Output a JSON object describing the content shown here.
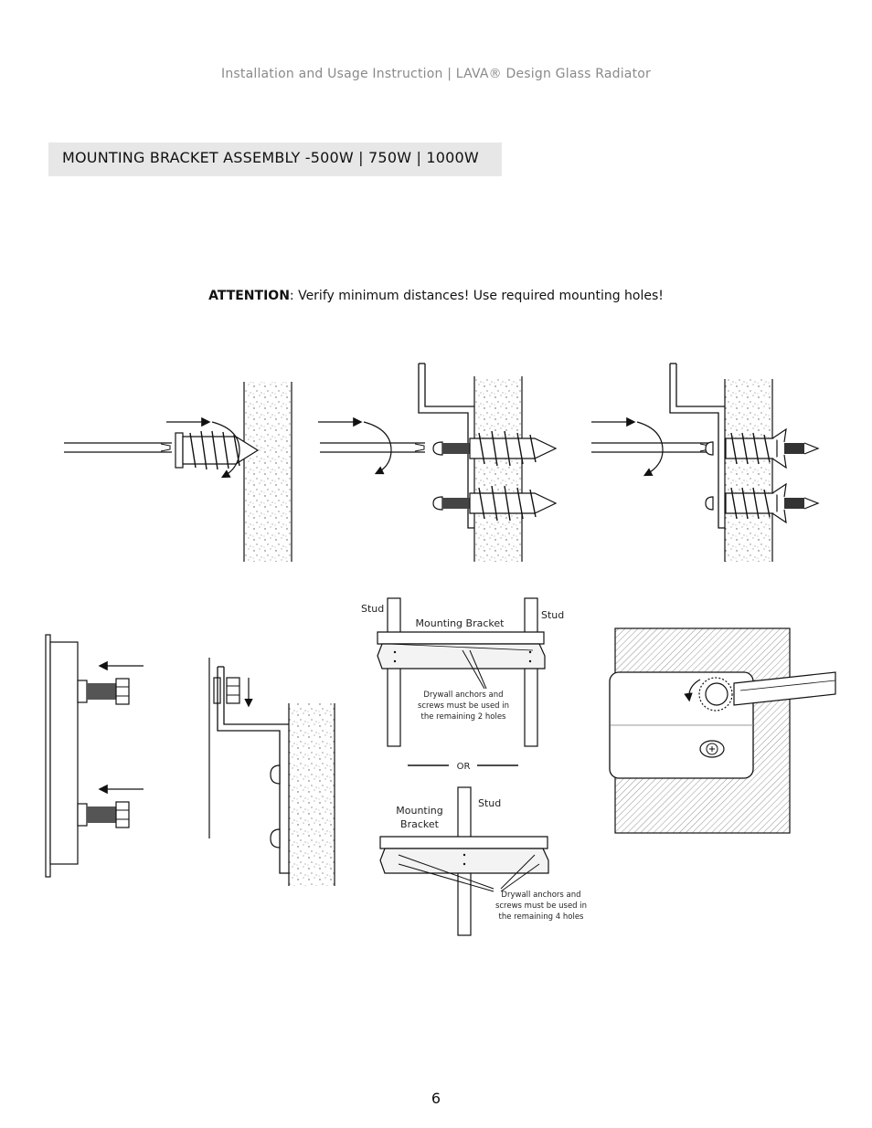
{
  "header": {
    "text": "Installation and Usage Instruction | LAVA® Design Glass Radiator"
  },
  "section": {
    "title": "MOUNTING BRACKET ASSEMBLY -500W | 750W | 1000W"
  },
  "attention": {
    "label": "ATTENTION",
    "text": ": Verify minimum distances! Use required mounting holes!"
  },
  "diagram_labels": {
    "stud_left": "Stud",
    "stud_right": "Stud",
    "mounting_bracket": "Mounting Bracket",
    "note_two_holes": [
      "Drywall anchors and",
      "screws must be used in",
      "the remaining 2 holes"
    ],
    "or": "OR",
    "mounting_bracket_two_line": [
      "Mounting",
      "Bracket"
    ],
    "stud_single": "Stud",
    "note_four_holes": [
      "Drywall anchors and",
      "screws must be used in",
      "the remaining 4 holes"
    ]
  },
  "page_number": "6"
}
